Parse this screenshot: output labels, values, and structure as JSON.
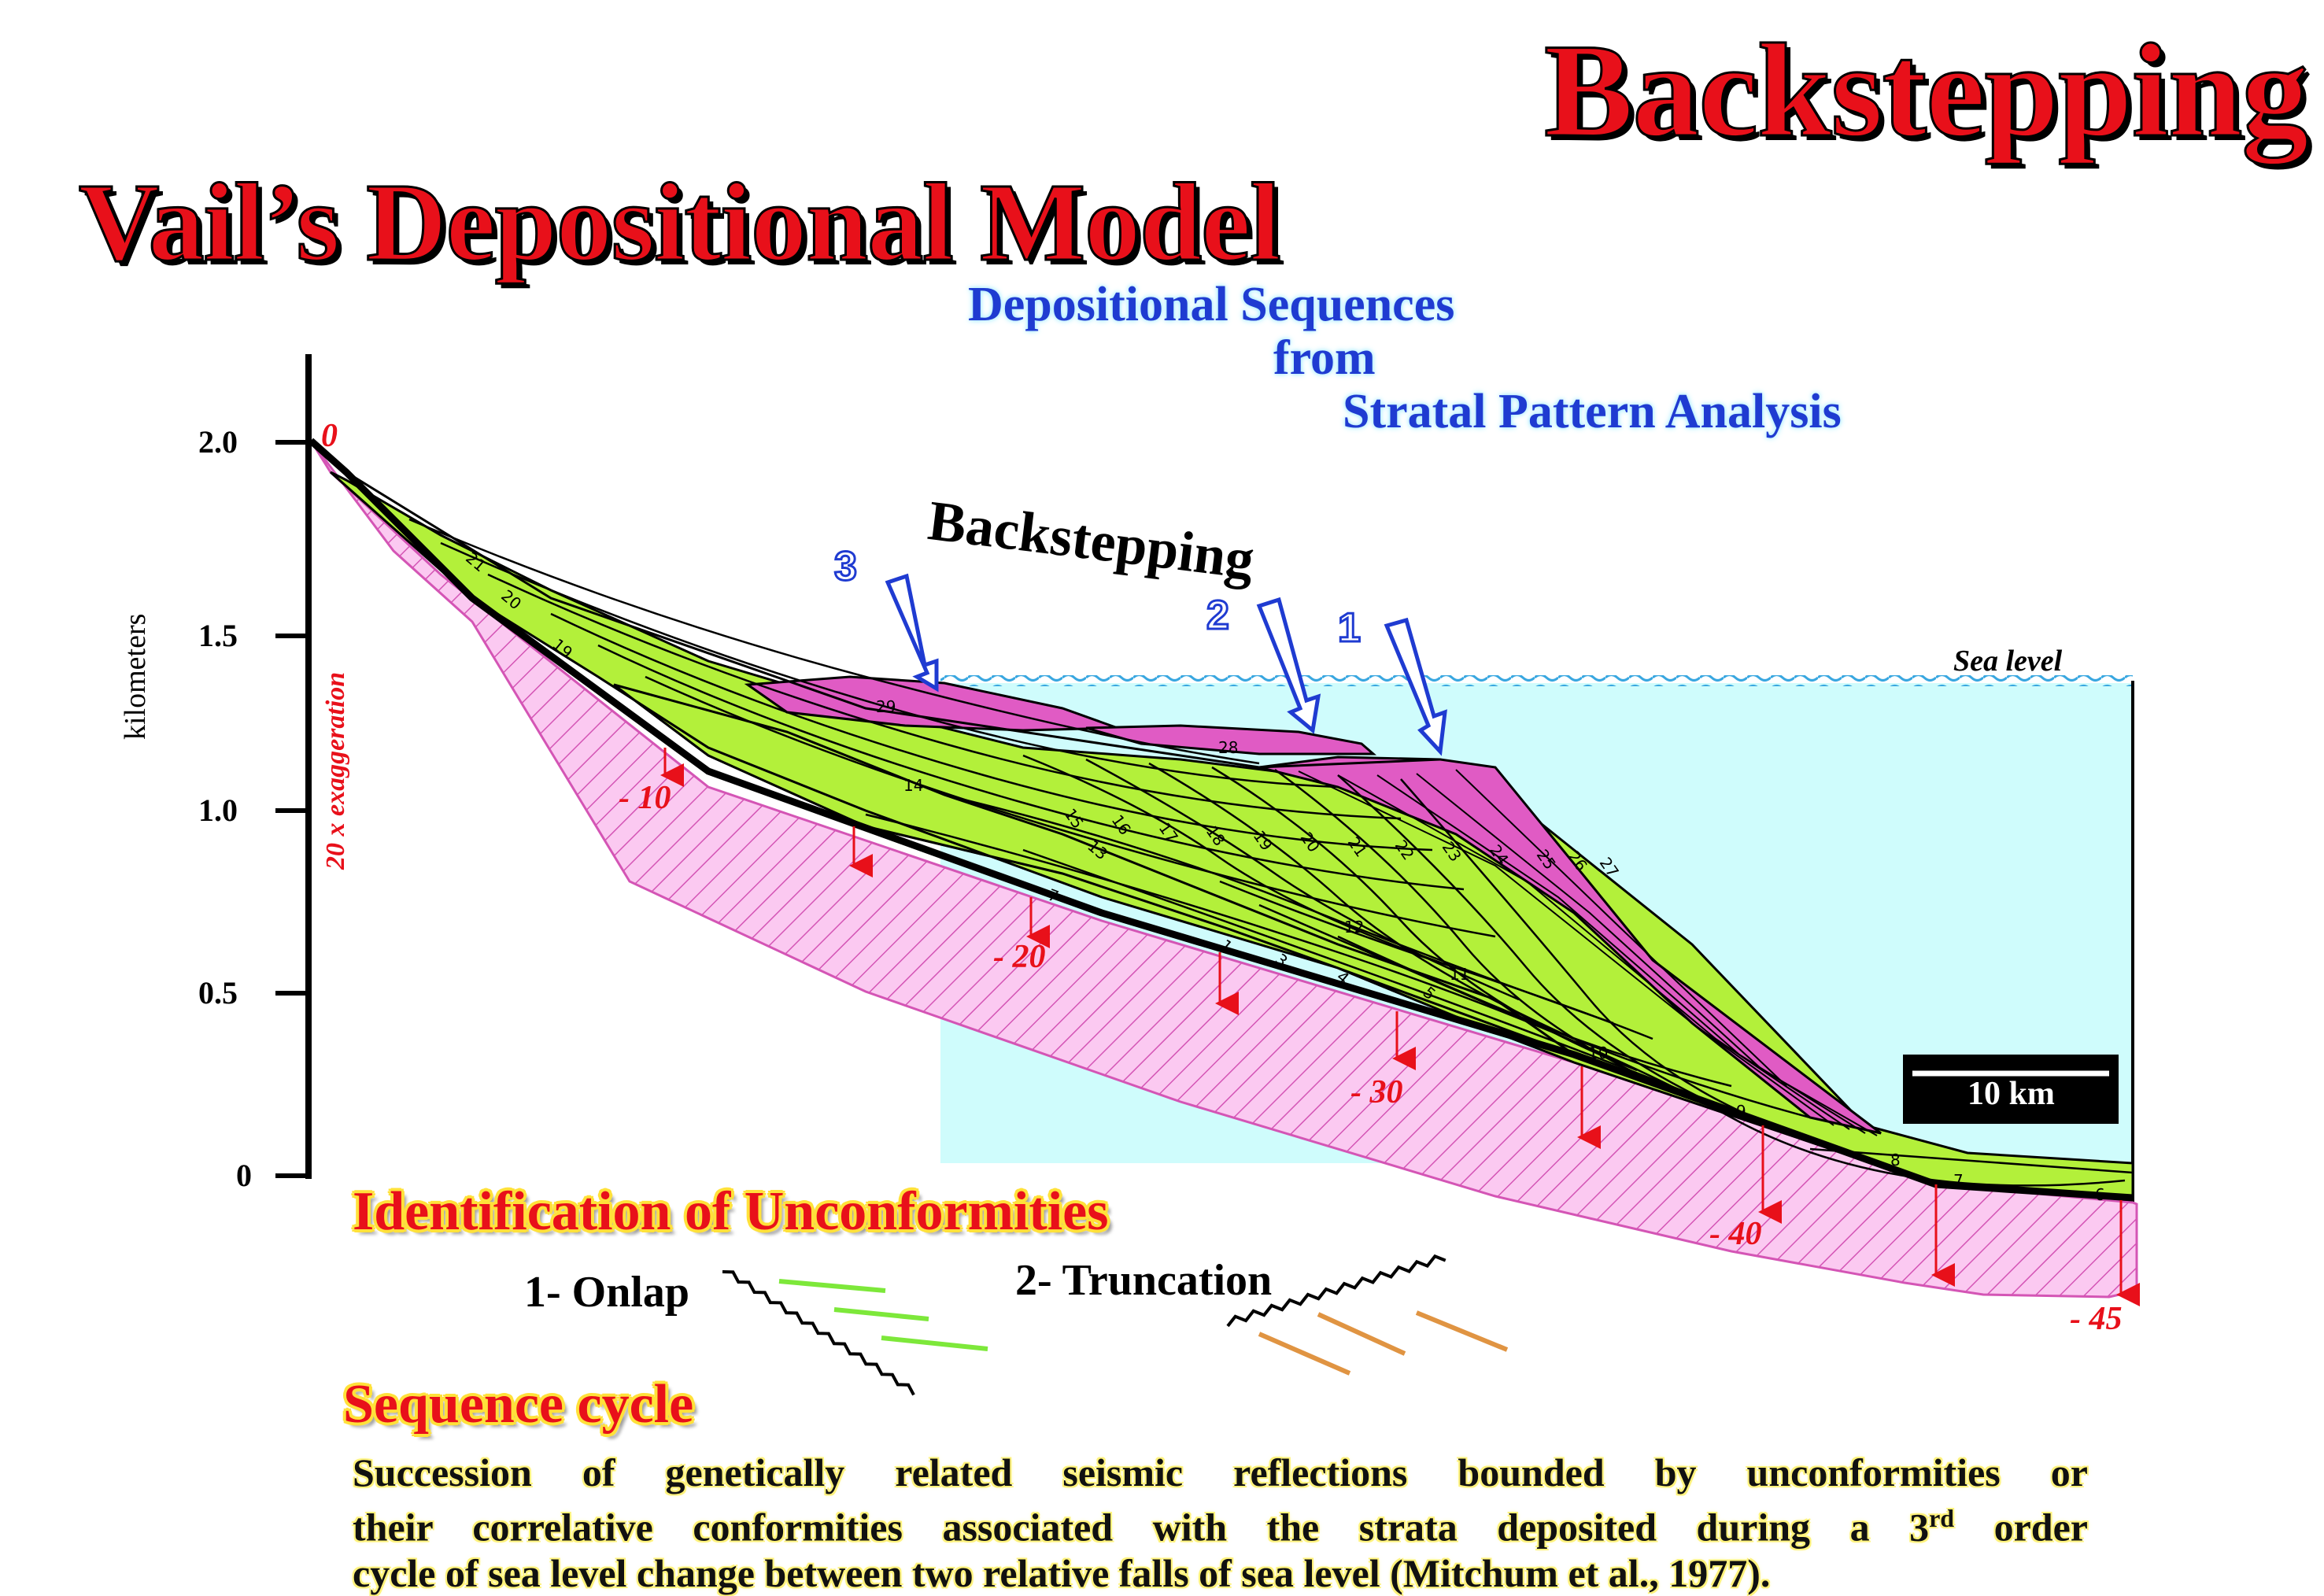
{
  "headings": {
    "main_title": "Backstepping",
    "model_title": "Vail’s Depositional Model",
    "subtitle_line1": "Depositional Sequences",
    "subtitle_line2": "from",
    "subtitle_line3": "Stratal Pattern Analysis"
  },
  "axis": {
    "label": "kilometers",
    "exaggeration": "20 x exaggeration",
    "ticks": [
      "2.0",
      "1.5",
      "1.0",
      "0.5",
      "0"
    ]
  },
  "diagram": {
    "backstepping_label": "Backstepping",
    "sea_level_label": "Sea level",
    "scale_label": "10 km",
    "arrow_labels": [
      "3",
      "2",
      "1"
    ],
    "subsidence_labels": [
      "0",
      "- 10",
      "- 20",
      "- 30",
      "- 40",
      "- 45"
    ],
    "layer_numbers": [
      "21",
      "20",
      "19",
      "14",
      "15",
      "16",
      "17",
      "18",
      "19",
      "20",
      "21",
      "22",
      "23",
      "24",
      "25",
      "26",
      "27",
      "13",
      "7",
      "1",
      "3",
      "4",
      "5",
      "12",
      "11",
      "10",
      "9",
      "8",
      "7",
      "6",
      "29",
      "28"
    ]
  },
  "unconformities": {
    "heading": "Identification of Unconformities",
    "onlap_label": "1- Onlap",
    "truncation_label": "2- Truncation"
  },
  "sequence": {
    "heading": "Sequence cycle",
    "line1": "Succession of genetically related seismic reflections bounded by unconformities or",
    "line2_a": "their correlative conformities associated with the strata deposited during a 3",
    "line2_sup": "rd",
    "line2_b": " order",
    "line3": "cycle of sea level change between two relative falls of sea level (Mitchum et al., 1977)."
  },
  "colors": {
    "title_red": "#e8101a",
    "subtitle_blue": "#1f3bd1",
    "sea": "#cffcfc",
    "green_layer": "#b3f03a",
    "yellow_layer": "#f7f52a",
    "magenta_layer": "#e05bc4",
    "basement_pink": "#fbc9f1"
  }
}
